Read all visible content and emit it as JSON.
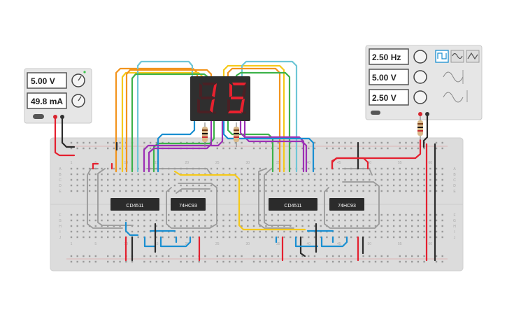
{
  "power_supply": {
    "voltage": "5.00 V",
    "current": "49.8 mA"
  },
  "function_generator": {
    "frequency": "2.50 Hz",
    "amplitude": "5.00 V",
    "offset": "2.50 V"
  },
  "display": {
    "digit_tens": "1",
    "digit_ones": "5",
    "segment_on_color": "#e8212f",
    "segment_off_color": "#4a2024"
  },
  "chips": {
    "decoder_left": "CD4511",
    "counter_left": "74HC93",
    "decoder_right": "CD4511",
    "counter_right": "74HC93"
  },
  "breadboard": {
    "column_numbers": [
      "1",
      "5",
      "10",
      "15",
      "20",
      "25",
      "30",
      "35",
      "40",
      "45",
      "50",
      "55",
      "60"
    ],
    "row_letters_top": [
      "A",
      "B",
      "C",
      "D",
      "E"
    ],
    "row_letters_bottom": [
      "F",
      "G",
      "H",
      "I",
      "J"
    ]
  },
  "wire_colors": {
    "red": "#e4202f",
    "black": "#2b2b2b",
    "blue": "#1a8fd1",
    "purple": "#9c2fb5",
    "green": "#3db24a",
    "orange": "#f2941d",
    "yellow": "#f5c91a",
    "cyan": "#6ec6d6",
    "gray": "#9a9a9a"
  },
  "icons": {
    "square_wave": "square-wave-icon",
    "sine_wave": "sine-wave-icon",
    "triangle_wave": "triangle-wave-icon"
  }
}
